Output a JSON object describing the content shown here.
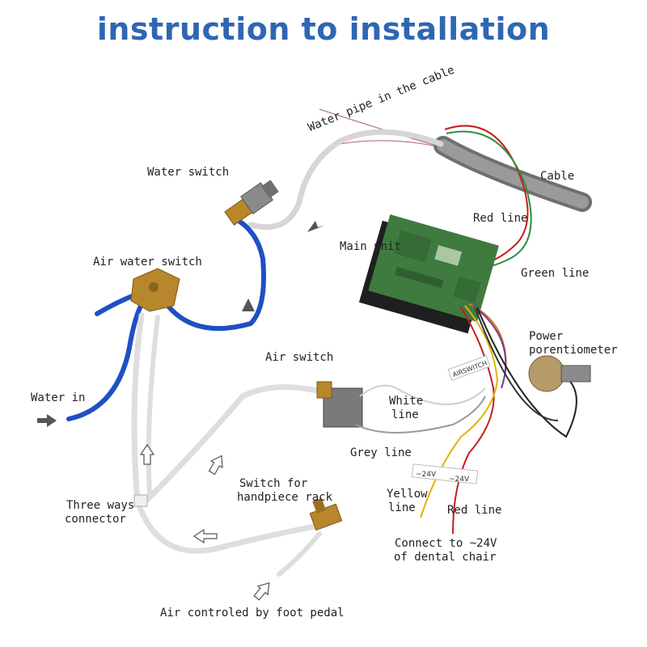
{
  "title": "instruction to installation",
  "labels": {
    "water_pipe": "Water pipe in the cable",
    "cable": "Cable",
    "water_switch": "Water switch",
    "red_line_top": "Red line",
    "main_unit": "Main unit",
    "green_line": "Green line",
    "air_water_switch": "Air water switch",
    "power_pot_1": "Power",
    "power_pot_2": "porentiometer",
    "air_switch": "Air switch",
    "water_in": "Water in",
    "white_line_1": "White",
    "white_line_2": "line",
    "grey_line": "Grey line",
    "handpiece_1": "Switch for",
    "handpiece_2": "handpiece rack",
    "three_ways_1": "Three ways",
    "three_ways_2": "connector",
    "yellow_line_1": "Yellow",
    "yellow_line_2": "line",
    "red_line_bottom": "Red line",
    "connect_1": "Connect to ~24V",
    "connect_2": "of dental chair",
    "foot_pedal": "Air controled by foot pedal",
    "tag_airswitch": "AIRSWITCH",
    "tag_24v_1": "~24V",
    "tag_24v_2": "~24V"
  },
  "colors": {
    "title": "#2f66b3",
    "blue_tube": "#1f4fc4",
    "clear_tube": "#e4e4e4",
    "cable": "#8d8d8d",
    "red_wire": "#c81e1e",
    "green_wire": "#2c8f3a",
    "yellow_wire": "#e0b400",
    "grey_wire": "#9a9a9a",
    "brass": "#b8862b",
    "pcb": "#3f7a3f"
  }
}
